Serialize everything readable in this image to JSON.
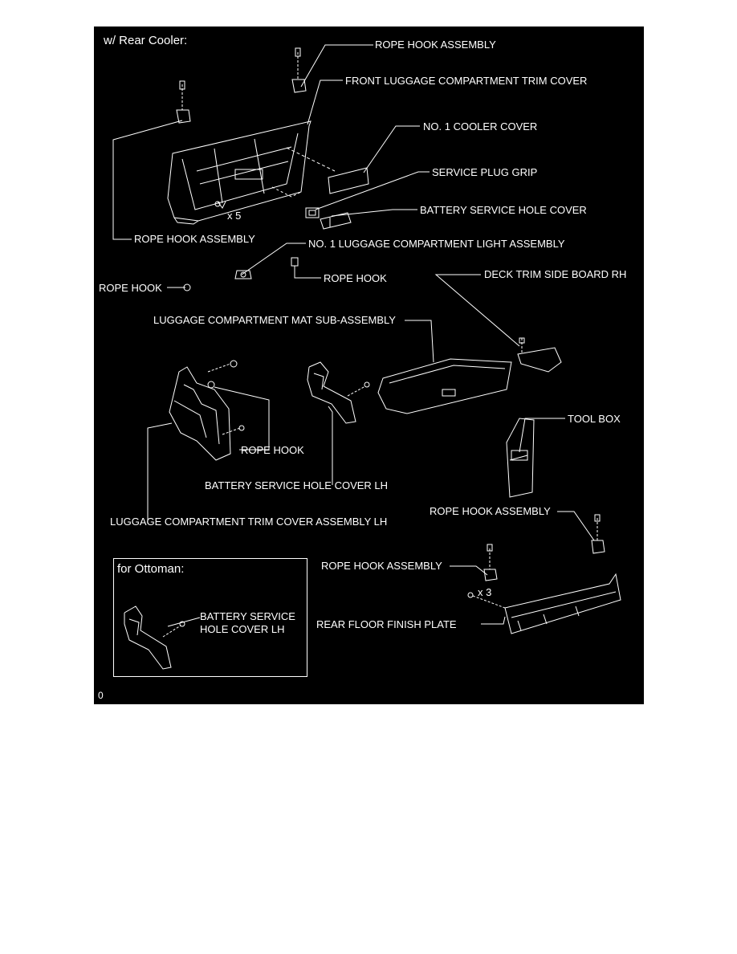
{
  "diagram": {
    "section_rear_cooler": "w/ Rear Cooler:",
    "section_ottoman": "for Ottoman:",
    "figure_code": "0",
    "qty_x5": "x 5",
    "qty_x3": "x 3",
    "labels": {
      "rope_hook_assembly_top": "ROPE HOOK ASSEMBLY",
      "front_luggage_trim_cover": "FRONT LUGGAGE COMPARTMENT TRIM COVER",
      "no1_cooler_cover": "NO. 1 COOLER COVER",
      "service_plug_grip": "SERVICE PLUG GRIP",
      "battery_service_hole_cover": "BATTERY SERVICE HOLE COVER",
      "rope_hook_assembly_left": "ROPE HOOK ASSEMBLY",
      "no1_luggage_light_assembly": "NO. 1 LUGGAGE COMPARTMENT LIGHT ASSEMBLY",
      "rope_hook_center": "ROPE HOOK",
      "rope_hook_left": "ROPE HOOK",
      "deck_trim_side_board_rh": "DECK TRIM SIDE BOARD RH",
      "luggage_mat_sub_assembly": "LUGGAGE COMPARTMENT MAT SUB-ASSEMBLY",
      "rope_hook_lower": "ROPE HOOK",
      "tool_box": "TOOL BOX",
      "battery_service_hole_cover_lh": "BATTERY SERVICE HOLE COVER LH",
      "rope_hook_assembly_right": "ROPE HOOK ASSEMBLY",
      "luggage_trim_cover_assembly_lh": "LUGGAGE COMPARTMENT TRIM COVER ASSEMBLY LH",
      "rope_hook_assembly_lower": "ROPE HOOK ASSEMBLY",
      "rear_floor_finish_plate": "REAR FLOOR FINISH PLATE",
      "inset_battery_line1": "BATTERY SERVICE",
      "inset_battery_line2": "HOLE COVER LH"
    }
  }
}
